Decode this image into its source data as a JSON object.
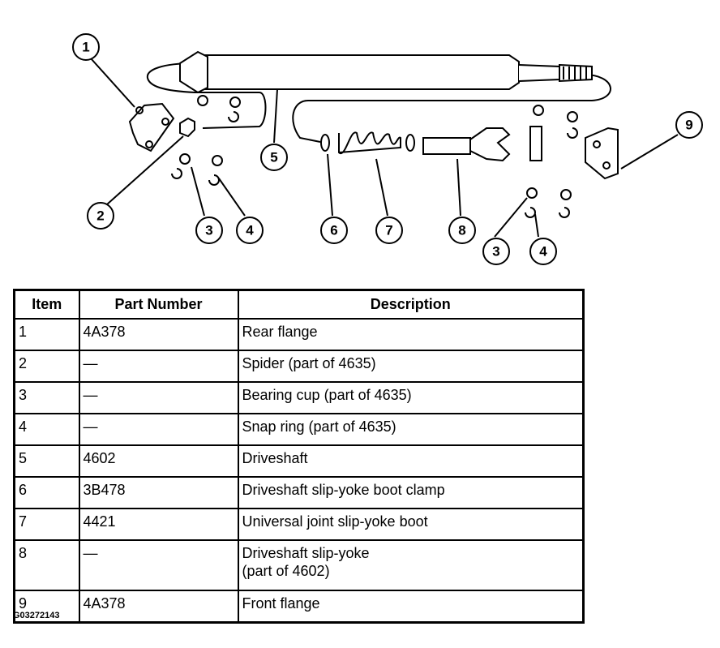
{
  "diagram": {
    "callouts": [
      "1",
      "2",
      "3",
      "4",
      "5",
      "6",
      "7",
      "8",
      "9",
      "3",
      "4"
    ]
  },
  "table": {
    "headers": [
      "Item",
      "Part Number",
      "Description"
    ],
    "rows": [
      {
        "item": "1",
        "part": "4A378",
        "desc": "Rear flange"
      },
      {
        "item": "2",
        "part": "—",
        "desc": "Spider (part of 4635)"
      },
      {
        "item": "3",
        "part": "—",
        "desc": "Bearing cup (part of 4635)"
      },
      {
        "item": "4",
        "part": "—",
        "desc": "Snap ring (part of 4635)"
      },
      {
        "item": "5",
        "part": "4602",
        "desc": "Driveshaft"
      },
      {
        "item": "6",
        "part": "3B478",
        "desc": "Driveshaft slip-yoke boot clamp"
      },
      {
        "item": "7",
        "part": "4421",
        "desc": "Universal joint slip-yoke boot"
      },
      {
        "item": "8",
        "part": "—",
        "desc": "Driveshaft slip-yoke",
        "desc2": "(part of 4602)"
      },
      {
        "item": "9",
        "part": "4A378",
        "desc": "Front flange"
      }
    ]
  },
  "figure_code": "G03272143"
}
